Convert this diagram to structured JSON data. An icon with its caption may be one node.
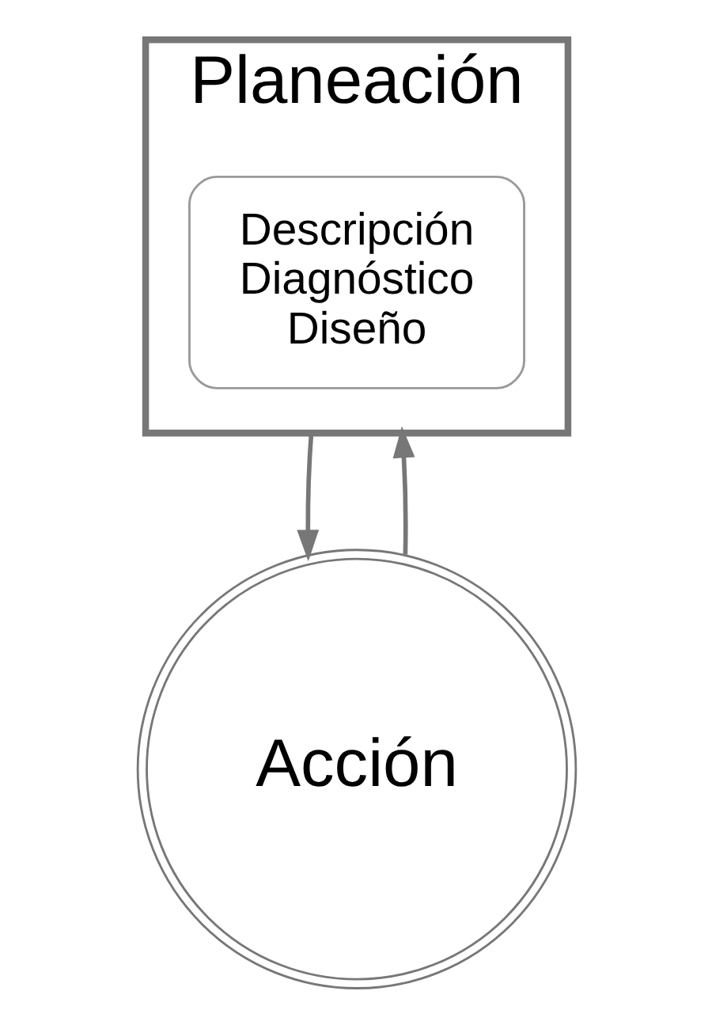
{
  "diagram": {
    "nodes": [
      {
        "text": [
          "Planeación"
        ]
      },
      {
        "text": [
          "Descripción",
          "Diagnóstico",
          "Diseño"
        ],
        "in": 0
      },
      {
        "text": [
          "Acción"
        ]
      }
    ],
    "edges": [
      {
        "from": 0,
        "to": 2,
        "arrow": "to"
      },
      {
        "from": 2,
        "to": 0,
        "arrow": "to"
      }
    ]
  }
}
